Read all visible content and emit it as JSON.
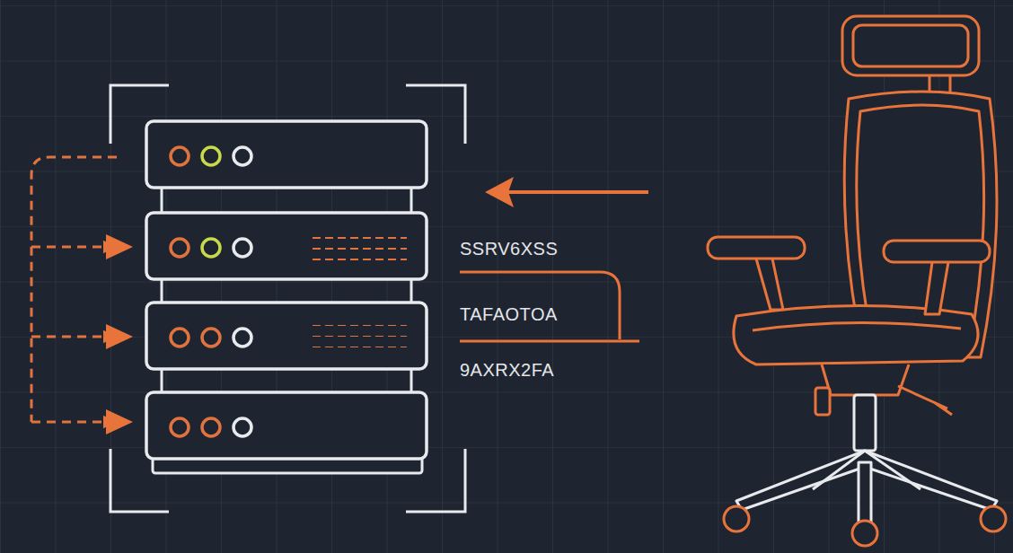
{
  "diagram": {
    "labels": [
      "SSRV6XSS",
      "TAFAOTOA",
      "9AXRX2FA"
    ]
  }
}
